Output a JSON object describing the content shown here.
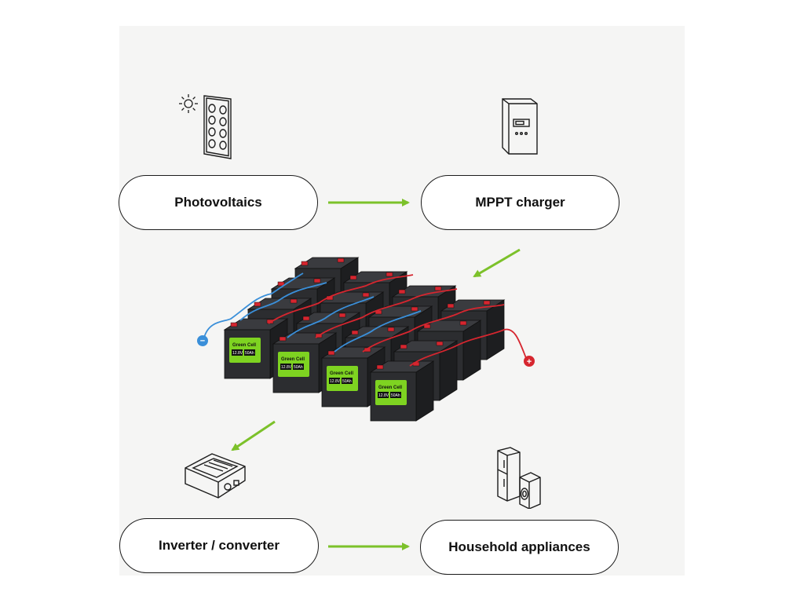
{
  "nodes": {
    "photovoltaics": "Photovoltaics",
    "mppt_charger": "MPPT charger",
    "inverter": "Inverter / converter",
    "appliances": "Household appliances"
  },
  "battery": {
    "brand": "Green Cell",
    "voltage_label": "12.8V",
    "capacity_label": "50Ah",
    "negative_terminal": "−",
    "positive_terminal": "+"
  },
  "colors": {
    "arrow": "#7cc12a",
    "battery_body": "#2c2d30",
    "battery_label": "#7ed321",
    "cable_negative": "#3a8fd9",
    "cable_positive": "#d6262f",
    "outline": "#1c1c1c",
    "background": "#f5f5f4"
  },
  "icons": [
    "sun-icon",
    "solar-panel-icon",
    "mppt-charger-icon",
    "inverter-icon",
    "appliances-icon"
  ]
}
